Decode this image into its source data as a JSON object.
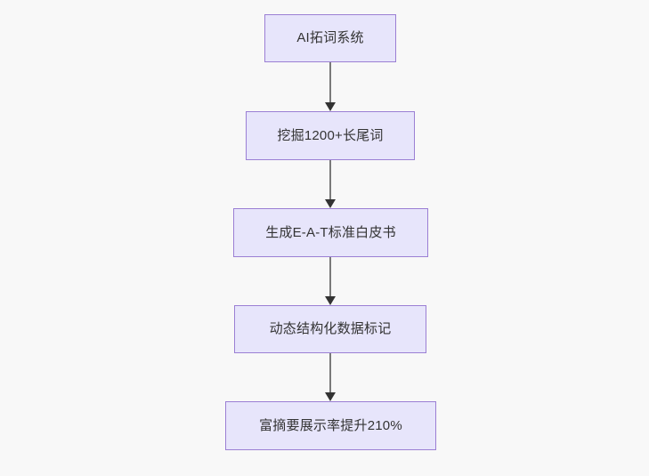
{
  "diagram": {
    "type": "flowchart",
    "direction": "top-to-bottom",
    "background_color": "#f8f8f8",
    "node_fill_color": "#e7e5fb",
    "node_border_color": "#9b7fd4",
    "node_text_color": "#333333",
    "edge_line_color": "#7a7a7a",
    "edge_arrow_color": "#333333",
    "nodes": [
      {
        "id": "node-0",
        "label": "AI拓词系统"
      },
      {
        "id": "node-1",
        "label": "挖掘1200+长尾词"
      },
      {
        "id": "node-2",
        "label": "生成E-A-T标准白皮书"
      },
      {
        "id": "node-3",
        "label": "动态结构化数据标记"
      },
      {
        "id": "node-4",
        "label": "富摘要展示率提升210%"
      }
    ],
    "edges": [
      {
        "id": "edge-0",
        "from": "node-0",
        "to": "node-1",
        "arrow": "arrow-down-icon"
      },
      {
        "id": "edge-1",
        "from": "node-1",
        "to": "node-2",
        "arrow": "arrow-down-icon"
      },
      {
        "id": "edge-2",
        "from": "node-2",
        "to": "node-3",
        "arrow": "arrow-down-icon"
      },
      {
        "id": "edge-3",
        "from": "node-3",
        "to": "node-4",
        "arrow": "arrow-down-icon"
      }
    ]
  }
}
